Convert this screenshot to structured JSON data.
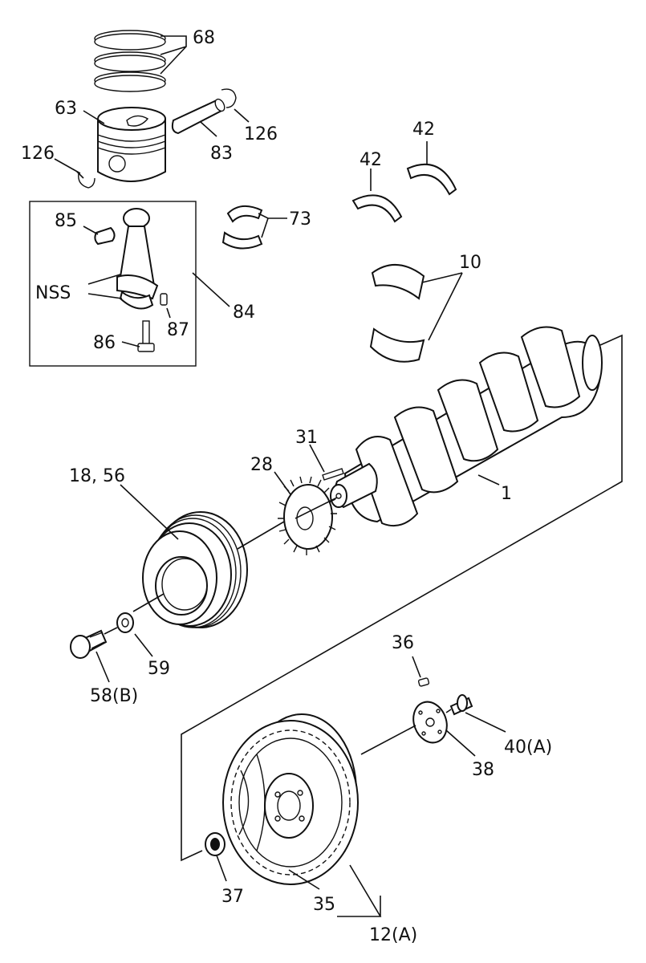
{
  "labels": {
    "l68": "68",
    "l63": "63",
    "l126a": "126",
    "l126b": "126",
    "l83": "83",
    "l42a": "42",
    "l42b": "42",
    "l85": "85",
    "l73": "73",
    "l10": "10",
    "lNSS": "NSS",
    "l84": "84",
    "l87": "87",
    "l86": "86",
    "l31": "31",
    "l28": "28",
    "l1856": "18, 56",
    "l1": "1",
    "l59": "59",
    "l58b": "58(B)",
    "l36": "36",
    "l40a": "40(A)",
    "l38": "38",
    "l37": "37",
    "l35": "35",
    "l12a": "12(A)"
  }
}
